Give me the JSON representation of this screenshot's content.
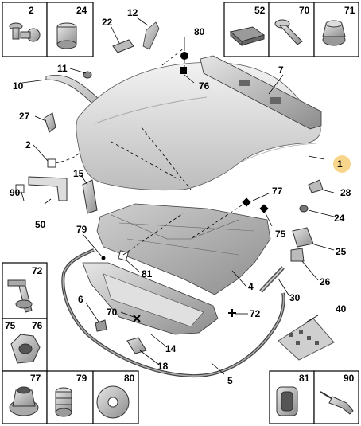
{
  "parts": {
    "p1": "1",
    "p2": "2",
    "p4": "4",
    "p5": "5",
    "p6": "6",
    "p7": "7",
    "p10": "10",
    "p11": "11",
    "p12": "12",
    "p14": "14",
    "p15": "15",
    "p18": "18",
    "p22": "22",
    "p24": "24",
    "p25": "25",
    "p26": "26",
    "p27": "27",
    "p28": "28",
    "p30": "30",
    "p40": "40",
    "p50": "50",
    "p70": "70",
    "p72": "72",
    "p75": "75",
    "p76": "76",
    "p77": "77",
    "p79": "79",
    "p80": "80",
    "p81": "81",
    "p90": "90"
  },
  "boxes": {
    "b2": "2",
    "b24": "24",
    "b52": "52",
    "b70": "70",
    "b71": "71",
    "b72": "72",
    "b75": "75",
    "b76": "76",
    "b77": "77",
    "b79": "79",
    "b80": "80",
    "b81": "81",
    "b90": "90"
  },
  "colors": {
    "highlight": "#f7d58a",
    "panel": "#d9d9d9",
    "panel_dark": "#9a9a9a"
  }
}
